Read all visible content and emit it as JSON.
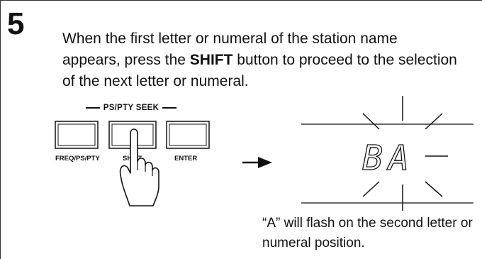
{
  "step": {
    "number": "5",
    "text_before": "When the first letter or numeral of the station name appears, press the ",
    "bold_word": "SHIFT",
    "text_after": " button to proceed to the selection of the next letter or numeral."
  },
  "panel": {
    "group_label": "PS/PTY SEEK",
    "left_label": "FREQ/PS/PTY",
    "middle_label": "SHIFT",
    "right_label": "ENTER"
  },
  "display": {
    "text": "BA"
  },
  "caption": "“A” will flash on the second letter or numeral position.",
  "icons": [
    "right-arrow-icon",
    "pointing-hand-icon",
    "flash-rays-icon"
  ]
}
